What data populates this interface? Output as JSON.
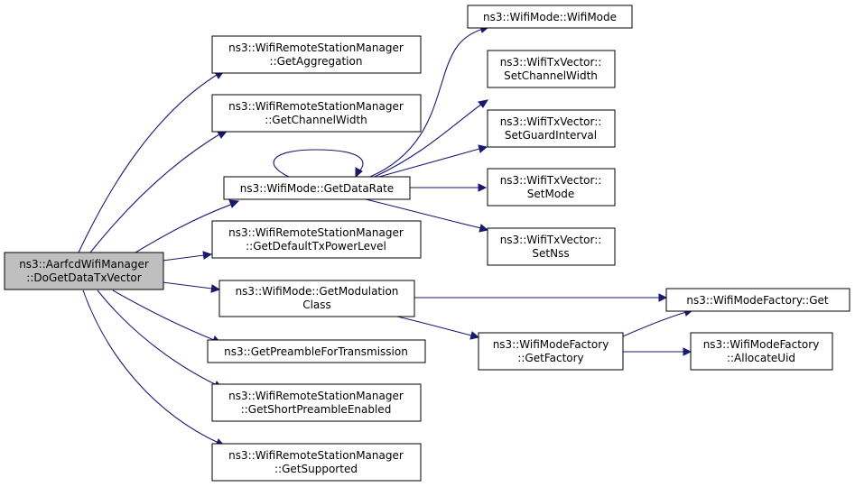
{
  "colors": {
    "edge": "#191970",
    "root_fill": "#bfbfbf",
    "node_fill": "#ffffff",
    "node_border": "#000000"
  },
  "nodes": {
    "do_get_data_tx_vector": {
      "line1": "ns3::AarfcdWifiManager",
      "line2": "::DoGetDataTxVector"
    },
    "get_aggregation": {
      "line1": "ns3::WifiRemoteStationManager",
      "line2": "::GetAggregation"
    },
    "get_channel_width": {
      "line1": "ns3::WifiRemoteStationManager",
      "line2": "::GetChannelWidth"
    },
    "get_data_rate": {
      "line1": "ns3::WifiMode::GetDataRate"
    },
    "get_default_tx_power_level": {
      "line1": "ns3::WifiRemoteStationManager",
      "line2": "::GetDefaultTxPowerLevel"
    },
    "get_modulation_class": {
      "line1": "ns3::WifiMode::GetModulation",
      "line2": "Class"
    },
    "get_preamble_for_transmission": {
      "line1": "ns3::GetPreambleForTransmission"
    },
    "get_short_preamble_enabled": {
      "line1": "ns3::WifiRemoteStationManager",
      "line2": "::GetShortPreambleEnabled"
    },
    "get_supported": {
      "line1": "ns3::WifiRemoteStationManager",
      "line2": "::GetSupported"
    },
    "wifi_mode_ctor": {
      "line1": "ns3::WifiMode::WifiMode"
    },
    "set_channel_width": {
      "line1": "ns3::WifiTxVector::",
      "line2": "SetChannelWidth"
    },
    "set_guard_interval": {
      "line1": "ns3::WifiTxVector::",
      "line2": "SetGuardInterval"
    },
    "set_mode": {
      "line1": "ns3::WifiTxVector::",
      "line2": "SetMode"
    },
    "set_nss": {
      "line1": "ns3::WifiTxVector::",
      "line2": "SetNss"
    },
    "wifi_mode_factory_get": {
      "line1": "ns3::WifiModeFactory::Get"
    },
    "get_factory": {
      "line1": "ns3::WifiModeFactory",
      "line2": "::GetFactory"
    },
    "allocate_uid": {
      "line1": "ns3::WifiModeFactory",
      "line2": "::AllocateUid"
    }
  }
}
